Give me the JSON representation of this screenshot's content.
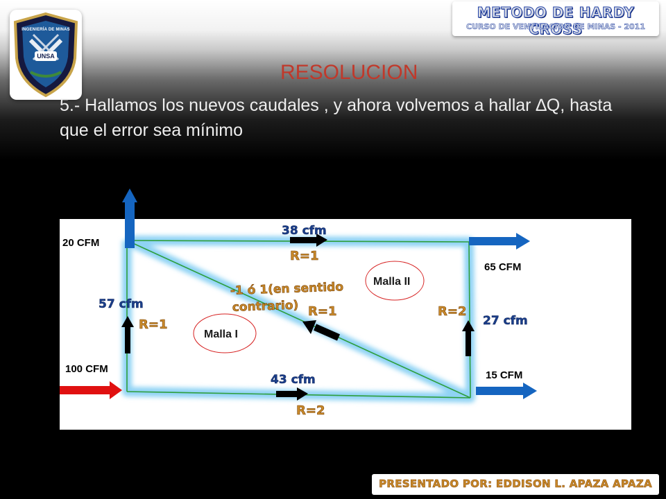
{
  "colors": {
    "title": "#c0392b",
    "arrow_blue": "#1565c0",
    "arrow_red": "#e01010",
    "arrow_black": "#000000",
    "edge": "#2e9e3a",
    "glow": "#8fd3f4",
    "flow_label": "#1b3f8b",
    "resistance_label": "#c98a2a",
    "mesh_ellipse": "#d62020"
  },
  "header": {
    "logo_text_top": "INGENIERÍA DE MINAS",
    "logo_text_center": "UNSA",
    "banner_title": "METODO DE HARDY CROSS",
    "banner_subtitle": "CURSO DE VENTILACION DE MINAS - 2011"
  },
  "slide": {
    "title": "RESOLUCION",
    "body": "5.- Hallamos los nuevos caudales , y ahora volvemos  a hallar ∆Q, hasta que el error sea mínimo"
  },
  "diagram": {
    "external_flows": {
      "top_left": "20 CFM",
      "bottom_left": "100 CFM",
      "top_right": "65 CFM",
      "bottom_right": "15 CFM"
    },
    "branches": {
      "top": {
        "flow": "38 cfm",
        "resistance": "R=1"
      },
      "left": {
        "flow": "57 cfm",
        "resistance": "R=1"
      },
      "right": {
        "flow": "27 cfm",
        "resistance": "R=2"
      },
      "bottom": {
        "flow": "43 cfm",
        "resistance": "R=2"
      },
      "diagonal": {
        "flow_line1": "-1  ó 1(en sentido",
        "flow_line2": "contrario)",
        "resistance": "R=1"
      }
    },
    "meshes": {
      "mesh_1": "Malla I",
      "mesh_2": "Malla II"
    }
  },
  "footer": {
    "presenter": "PRESENTADO POR: EDDISON L. APAZA APAZA"
  }
}
